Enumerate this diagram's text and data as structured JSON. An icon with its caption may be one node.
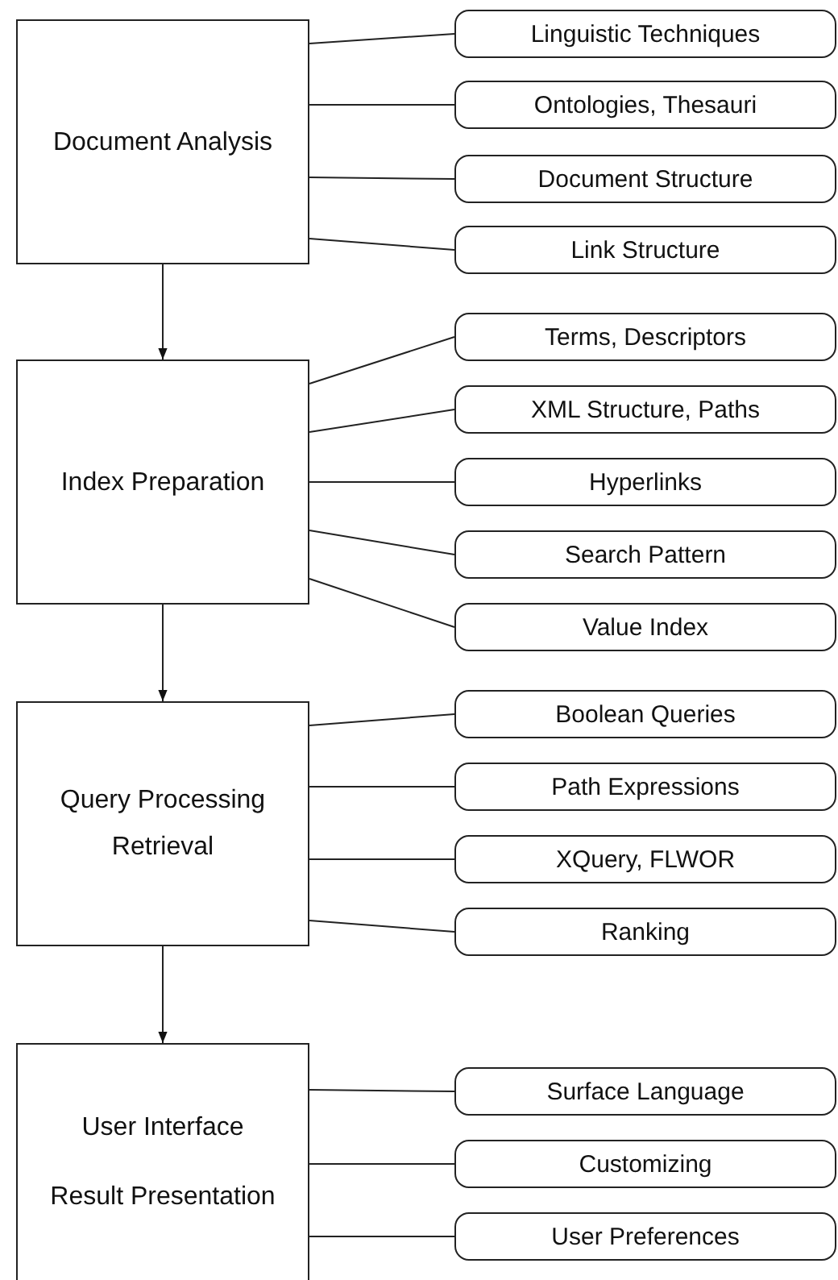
{
  "diagram": {
    "nodes": [
      {
        "text": [
          "Document Analysis"
        ]
      },
      {
        "text": [
          "Linguistic Techniques"
        ]
      },
      {
        "text": [
          "Ontologies, Thesauri"
        ]
      },
      {
        "text": [
          "Document Structure"
        ]
      },
      {
        "text": [
          "Link Structure"
        ]
      },
      {
        "text": [
          "Index Preparation"
        ]
      },
      {
        "text": [
          "Terms, Descriptors"
        ]
      },
      {
        "text": [
          "XML Structure, Paths"
        ]
      },
      {
        "text": [
          "Hyperlinks"
        ]
      },
      {
        "text": [
          "Search Pattern"
        ]
      },
      {
        "text": [
          "Value Index"
        ]
      },
      {
        "text": [
          "Query Processing Retrieval"
        ]
      },
      {
        "text": [
          "Boolean Queries"
        ]
      },
      {
        "text": [
          "Path Expressions"
        ]
      },
      {
        "text": [
          "XQuery, FLWOR"
        ]
      },
      {
        "text": [
          "Ranking"
        ]
      },
      {
        "text": [
          "User Interface",
          "Result Presentation"
        ]
      },
      {
        "text": [
          "Surface Language"
        ]
      },
      {
        "text": [
          "Customizing"
        ]
      },
      {
        "text": [
          "User Preferences"
        ]
      }
    ],
    "edges": [
      {
        "from": 0,
        "to": 1,
        "arrow": "none"
      },
      {
        "from": 0,
        "to": 2,
        "arrow": "none"
      },
      {
        "from": 0,
        "to": 3,
        "arrow": "none"
      },
      {
        "from": 0,
        "to": 4,
        "arrow": "none"
      },
      {
        "from": 0,
        "to": 5,
        "arrow": "to"
      },
      {
        "from": 5,
        "to": 6,
        "arrow": "none"
      },
      {
        "from": 5,
        "to": 7,
        "arrow": "none"
      },
      {
        "from": 5,
        "to": 8,
        "arrow": "none"
      },
      {
        "from": 5,
        "to": 9,
        "arrow": "none"
      },
      {
        "from": 5,
        "to": 10,
        "arrow": "none"
      },
      {
        "from": 5,
        "to": 11,
        "arrow": "to"
      },
      {
        "from": 11,
        "to": 12,
        "arrow": "none"
      },
      {
        "from": 11,
        "to": 13,
        "arrow": "none"
      },
      {
        "from": 11,
        "to": 14,
        "arrow": "none"
      },
      {
        "from": 11,
        "to": 15,
        "arrow": "none"
      },
      {
        "from": 11,
        "to": 16,
        "arrow": "to"
      },
      {
        "from": 16,
        "to": 17,
        "arrow": "none"
      },
      {
        "from": 16,
        "to": 18,
        "arrow": "none"
      },
      {
        "from": 16,
        "to": 19,
        "arrow": "none"
      }
    ]
  }
}
